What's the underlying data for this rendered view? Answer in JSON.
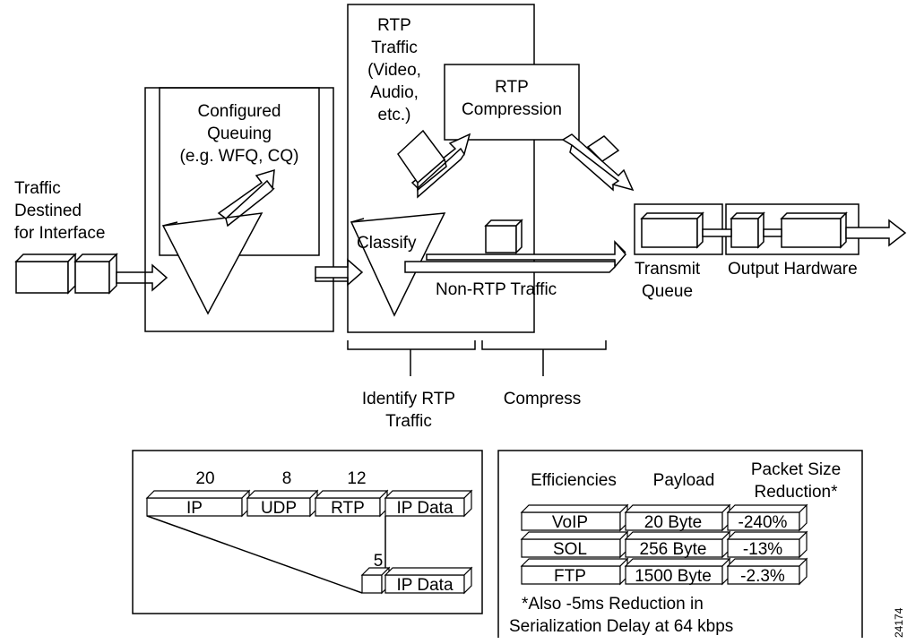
{
  "labels": {
    "traffic_destined": [
      "Traffic",
      "Destined",
      "for Interface"
    ],
    "configured_queuing": [
      "Configured",
      "Queuing",
      "(e.g. WFQ, CQ)"
    ],
    "rtp_traffic": [
      "RTP",
      "Traffic",
      "(Video,",
      "Audio,",
      "etc.)"
    ],
    "rtp_compression": [
      "RTP",
      "Compression"
    ],
    "classify": "Classify",
    "non_rtp": "Non-RTP Traffic",
    "transmit_queue": [
      "Transmit",
      "Queue"
    ],
    "output_hardware": "Output Hardware",
    "identify_rtp": [
      "Identify RTP",
      "Traffic"
    ],
    "compress": "Compress",
    "figure_id": "24174"
  },
  "header_panel": {
    "sizes": [
      "20",
      "8",
      "12"
    ],
    "fields": [
      "IP",
      "UDP",
      "RTP",
      "IP Data"
    ],
    "compressed_size": "5",
    "compressed_field": "IP Data"
  },
  "efficiency_table": {
    "headers": [
      "Efficiencies",
      "Payload",
      "Packet Size",
      "Reduction*"
    ],
    "rows": [
      {
        "name": "VoIP",
        "payload": "20 Byte",
        "reduction": "-240%"
      },
      {
        "name": "SOL",
        "payload": "256 Byte",
        "reduction": "-13%"
      },
      {
        "name": "FTP",
        "payload": "1500 Byte",
        "reduction": "-2.3%"
      }
    ],
    "footnote": [
      "*Also -5ms Reduction in",
      "Serialization Delay at 64 kbps"
    ]
  }
}
